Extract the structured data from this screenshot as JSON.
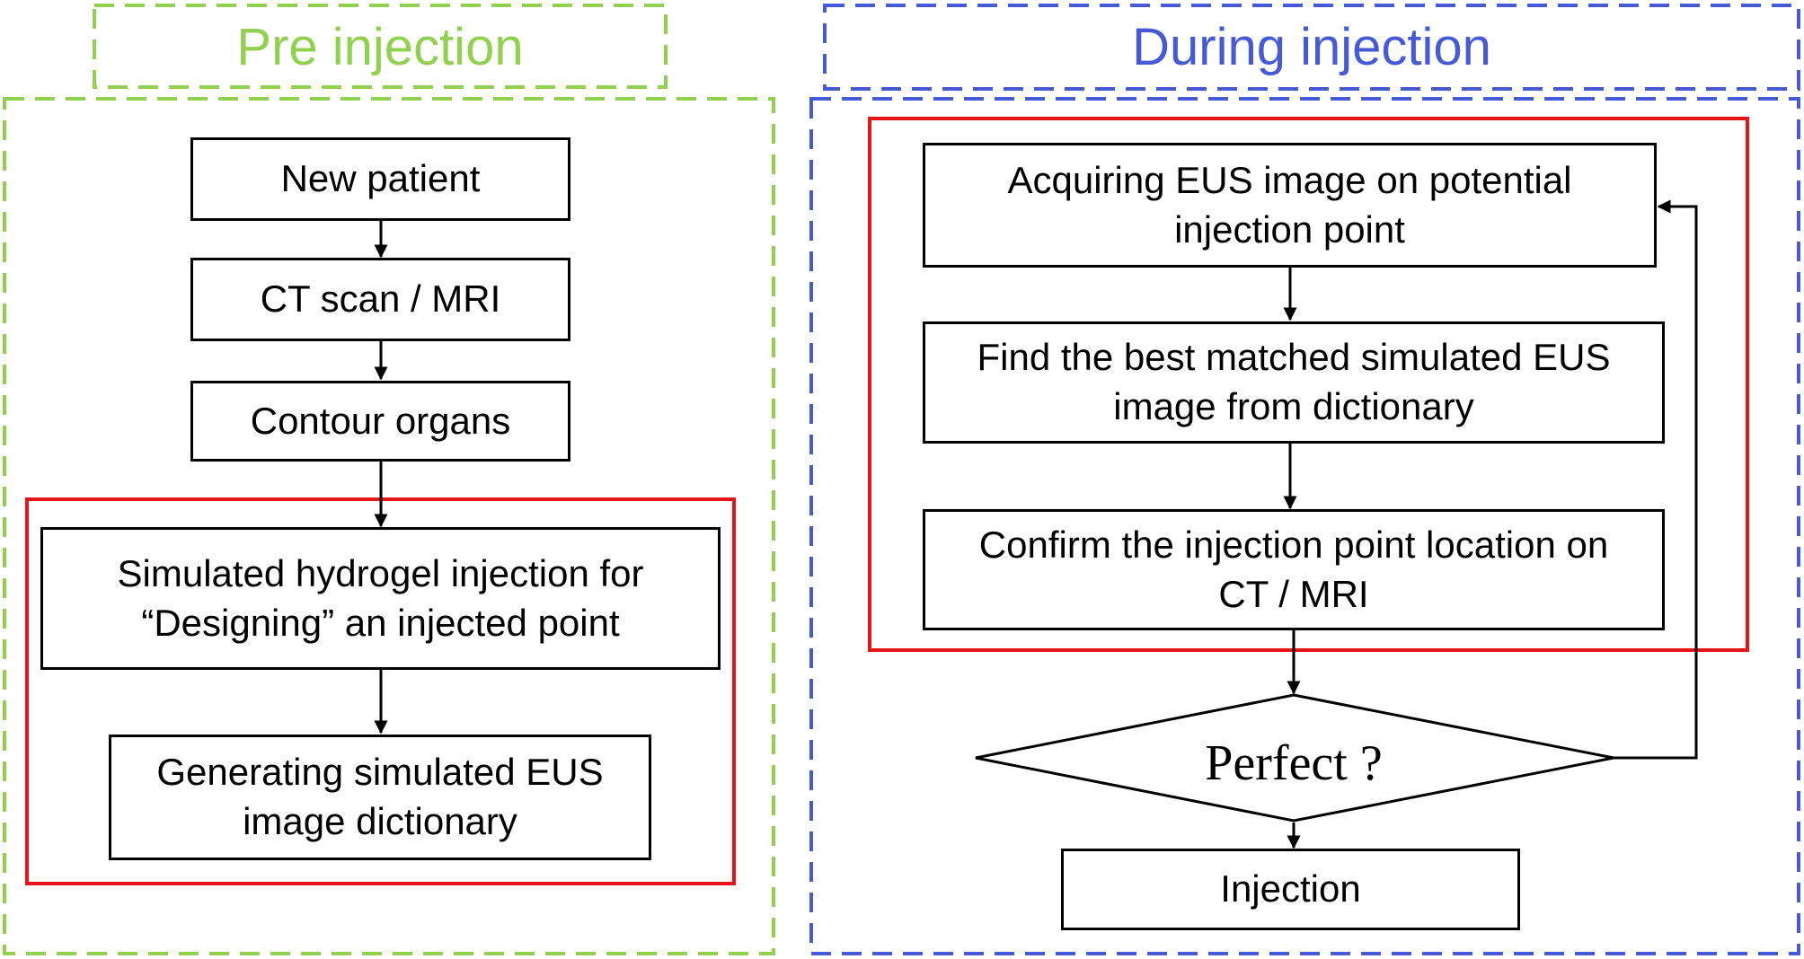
{
  "pre_injection": {
    "title": "Pre injection",
    "steps": {
      "new_patient": "New patient",
      "ct_scan": "CT scan / MRI",
      "contour": "Contour organs",
      "simulated_line1": "Simulated hydrogel injection for",
      "simulated_line2": "“Designing” an injected point",
      "generating_line1": "Generating simulated EUS",
      "generating_line2": "image dictionary"
    }
  },
  "during_injection": {
    "title": "During injection",
    "steps": {
      "acquiring_line1": "Acquiring EUS image on potential",
      "acquiring_line2": "injection point",
      "find_line1": "Find the best matched simulated EUS",
      "find_line2": "image from dictionary",
      "confirm_line1": "Confirm the injection point location on",
      "confirm_line2": "CT / MRI",
      "decision": "Perfect ?",
      "injection": "Injection"
    }
  },
  "colors": {
    "pre_border": "#92d050",
    "during_border": "#4659d6",
    "highlight": "#e8141b",
    "line": "#000000"
  }
}
